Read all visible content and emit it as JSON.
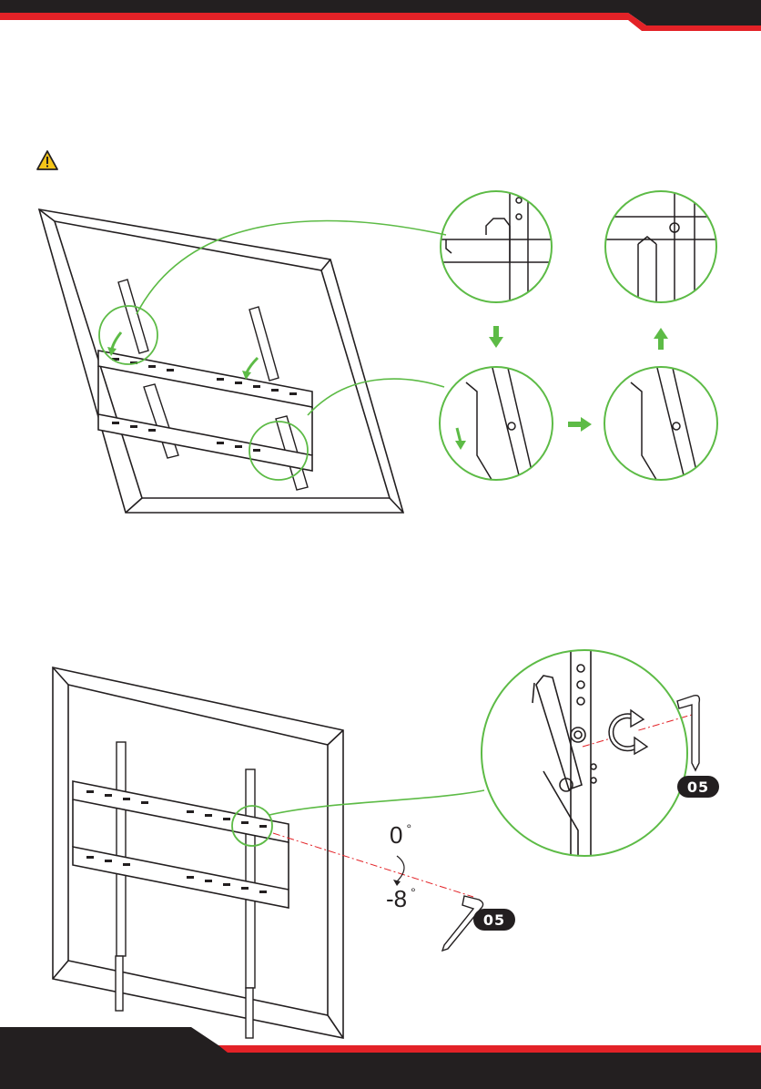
{
  "angles": {
    "top": "0",
    "bottom": "-8",
    "degree_symbol": "°"
  },
  "part_labels": {
    "upper_detail": "05",
    "lower_wrench": "05"
  },
  "icons": {
    "warning": "warning-triangle-icon",
    "wrench": "allen-key-icon",
    "rotate": "rotate-arrow-icon"
  },
  "colors": {
    "accent_red": "#e32227",
    "dark_band": "#231f20",
    "callout_green": "#5dbb46",
    "line": "#231f20",
    "arrow_red": "#e32227",
    "warning_yellow": "#f5c518"
  }
}
